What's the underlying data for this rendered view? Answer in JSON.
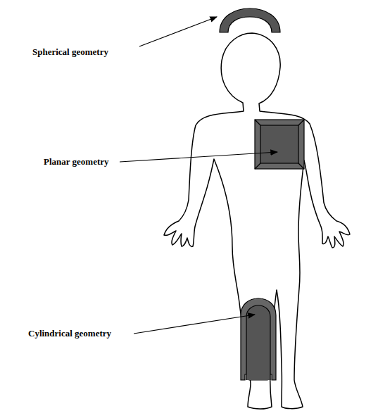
{
  "diagram": {
    "labels": [
      "Spherical geometry",
      "Planar geometry",
      "Cylindrical geometry"
    ]
  }
}
